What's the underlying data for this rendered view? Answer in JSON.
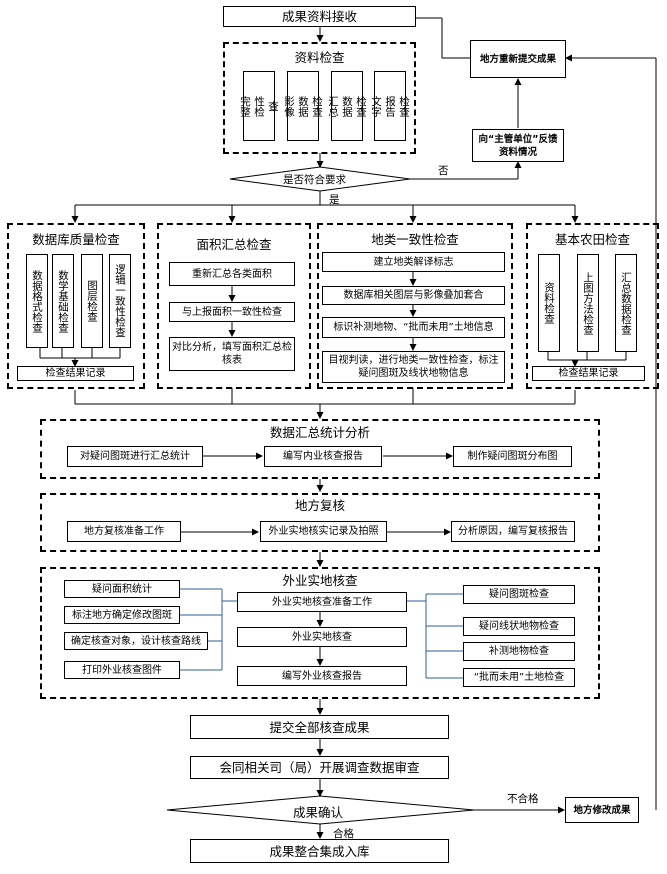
{
  "top": {
    "receive": "成果资料接收",
    "material_check_title": "资料检查",
    "material_items": [
      [
        "完整",
        "性检",
        "查"
      ],
      [
        "影像",
        "数据",
        "检查"
      ],
      [
        "汇总",
        "数据",
        "检查"
      ],
      [
        "文字",
        "报告",
        "检查"
      ]
    ],
    "decision": "是否符合要求",
    "yes": "是",
    "no": "否",
    "feedback": "向“主管单位”反馈资料情况",
    "resubmit": "地方重新提交成果"
  },
  "db": {
    "title": "数据库质量检查",
    "items": [
      "数据格式检查",
      "数学基础检查",
      "图层检查",
      "逻辑一致性检查"
    ],
    "record": "检查结果记录"
  },
  "area": {
    "title": "面积汇总检查",
    "steps": [
      "重新汇总各类面积",
      "与上报面积一致性检查",
      "对比分析，填写面积汇总检核表"
    ]
  },
  "landuse": {
    "title": "地类一致性检查",
    "steps": [
      "建立地类解译标志",
      "数据库相关图层与影像叠加套合",
      "标识补测地物、“批而未用”土地信息",
      "目视判读，进行地类一致性检查，标注疑问图斑及线状地物信息"
    ]
  },
  "farmland": {
    "title": "基本农田检查",
    "items": [
      "资料检查",
      "上图方法检查",
      "汇总数据检查"
    ],
    "record": "检查结果记录"
  },
  "summary": {
    "title": "数据汇总统计分析",
    "steps": [
      "对疑问图斑进行汇总统计",
      "编写内业核查报告",
      "制作疑问图斑分布图"
    ]
  },
  "local": {
    "title": "地方复核",
    "steps": [
      "地方复核准备工作",
      "外业实地核实记录及拍照",
      "分析原因，编写复核报告"
    ]
  },
  "field": {
    "title": "外业实地核查",
    "left": [
      "疑问面积统计",
      "标注地方确定修改图斑",
      "确定核查对象，设计核查路线",
      "打印外业核查图件"
    ],
    "center": [
      "外业实地核查准备工作",
      "外业实地核查",
      "编写外业核查报告"
    ],
    "right": [
      "疑问图斑检查",
      "疑问线状地物检查",
      "补测地物检查",
      "“批而未用”土地检查"
    ]
  },
  "bottom": {
    "submit": "提交全部核查成果",
    "review": "会同相关司（局）开展调查数据审查",
    "confirm": "成果确认",
    "pass": "合格",
    "fail": "不合格",
    "modify": "地方修改成果",
    "final": "成果整合集成入库"
  }
}
